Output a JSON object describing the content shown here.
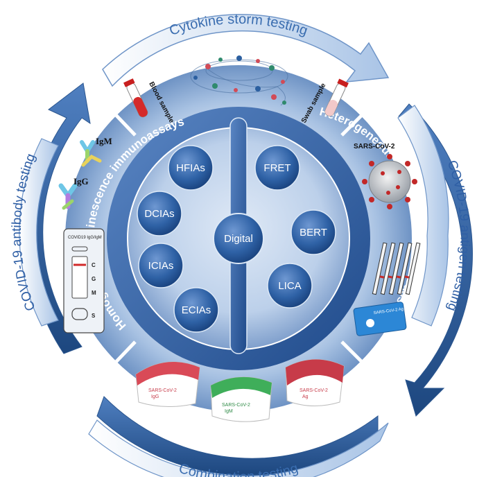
{
  "outer_labels": {
    "top": "Cytokine storm testing",
    "left": "COVID-19 antibody testing",
    "right": "COVID-19 antigen testing",
    "bottom": "Combination testing"
  },
  "inner_ring_labels": {
    "homogeneous": "Homogeneous luminescence immunoassays",
    "heterogeneous": "Heterogeneous luminescence immunoassays"
  },
  "homogeneous_methods": [
    "HFIAs",
    "DCIAs",
    "ICIAs",
    "ECIAs"
  ],
  "heterogeneous_methods": [
    "FRET",
    "BERT",
    "LICA"
  ],
  "center": "Digital",
  "sample_labels": {
    "blood": "Blood sample",
    "swab": "Swab sample",
    "virus": "SARS-CoV-2"
  },
  "antibody_labels": {
    "igm": "IgM",
    "igg": "IgG"
  },
  "cassette": {
    "header": "COVID19 IgG/IgM",
    "c": "C",
    "g": "G",
    "m": "M",
    "s": "S"
  },
  "antigen_card": "SARS-CoV-2 Ag",
  "bottom_kits": [
    {
      "line1": "SARS-CoV-2",
      "line2": "IgG",
      "color": "#d94a57"
    },
    {
      "line1": "SARS-CoV-2",
      "line2": "IgM",
      "color": "#3fae5a"
    },
    {
      "line1": "SARS-CoV-2",
      "line2": "Ag",
      "color": "#c73b49"
    }
  ],
  "colors": {
    "outer_arrow_light": "#dce9f6",
    "outer_arrow_dark": "#2e5fa0",
    "ring": "#8fb0d8",
    "inner_dark": "#234f8f",
    "bubble": "#2f62a6"
  }
}
